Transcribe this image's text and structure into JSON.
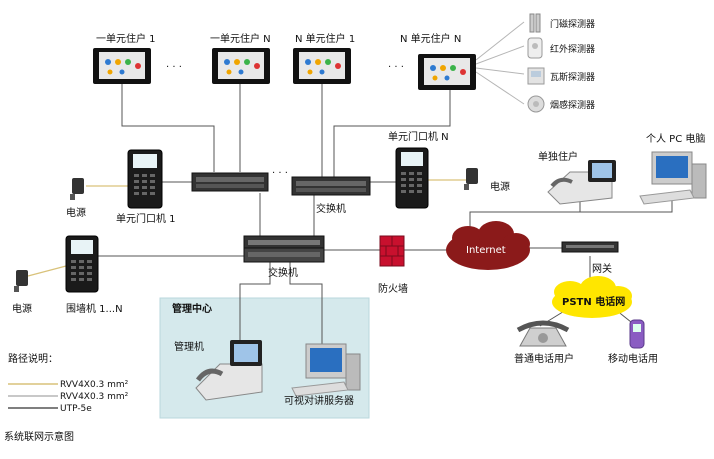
{
  "top_units": [
    {
      "label": "一单元住户 1"
    },
    {
      "label": "一单元住户 N"
    },
    {
      "label": "N 单元住户 1"
    },
    {
      "label": "N 单元住户 N"
    }
  ],
  "dots": "· · ·",
  "detectors": [
    {
      "label": "门磁探测器",
      "icon": "door-sensor-icon"
    },
    {
      "label": "红外探测器",
      "icon": "infrared-sensor-icon"
    },
    {
      "label": "瓦斯探测器",
      "icon": "gas-sensor-icon"
    },
    {
      "label": "烟感探测器",
      "icon": "smoke-sensor-icon"
    }
  ],
  "left_door": {
    "label": "单元门口机 1",
    "power": "电源"
  },
  "right_door": {
    "label": "单元门口机 N",
    "power": "电源"
  },
  "switch_upper": {
    "label": "交换机"
  },
  "switch_main": {
    "label": "交换机"
  },
  "wall_unit": {
    "label": "围墙机 1...N",
    "power": "电源"
  },
  "firewall": {
    "label": "防火墙"
  },
  "internet": {
    "label": "Internet"
  },
  "single_user": {
    "label": "单独住户"
  },
  "pc": {
    "label": "个人 PC 电脑"
  },
  "gateway": {
    "label": "网关"
  },
  "pstn": {
    "label": "PSTN 电话网"
  },
  "phone_user": {
    "label": "普通电话用户"
  },
  "mobile_user": {
    "label": "移动电话用"
  },
  "mgmt": {
    "title": "管理中心",
    "console": "管理机",
    "server": "可视对讲服务器"
  },
  "legend": {
    "title": "路径说明：",
    "items": [
      {
        "label": "RVV4X0.3 mm²",
        "color": "#d9c27a"
      },
      {
        "label": "RVV4X0.3 mm²",
        "color": "#b5b5b5"
      },
      {
        "label": "UTP-5e",
        "color": "#555555"
      }
    ]
  },
  "caption": "系统联网示意图",
  "colors": {
    "power_line": "#d9c27a",
    "bus_line": "#555555",
    "panel": "#d5e9ec",
    "cloud": "#ffe600",
    "firewall": "#c8102e"
  }
}
